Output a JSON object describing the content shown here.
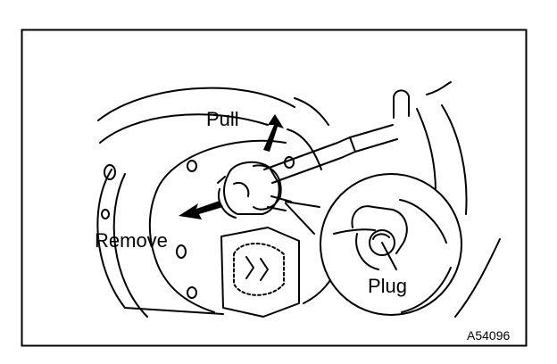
{
  "labels": {
    "pull": "Pull",
    "remove": "Remove",
    "plug": "Plug",
    "figure_id": "A54096"
  },
  "colors": {
    "line": "#000000",
    "background": "#ffffff"
  }
}
